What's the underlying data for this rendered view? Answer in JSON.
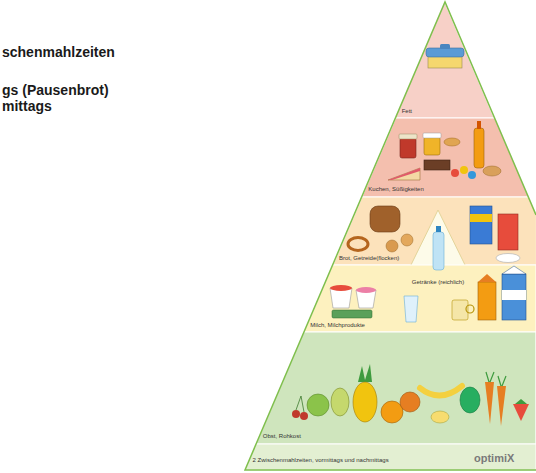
{
  "diagram": {
    "nodes": [
      {
        "text": [
          "Fett"
        ]
      },
      {
        "text": [
          "Kuchen, Süßigkeiten"
        ]
      },
      {
        "text": [
          "Brot, Getreide(flocken)"
        ]
      },
      {
        "text": [
          "Getränke (reichlich)"
        ]
      },
      {
        "text": [
          "Milch, Milchprodukte"
        ]
      },
      {
        "text": [
          "Obst, Rohkost"
        ]
      },
      {
        "text": [
          "2 Zwischenmahlzeiten, vormittags und nachmittags"
        ]
      }
    ],
    "labels": [
      "schenmahlzeiten",
      "gs (Pausenbrot)",
      "mittags",
      "optimiX"
    ]
  }
}
